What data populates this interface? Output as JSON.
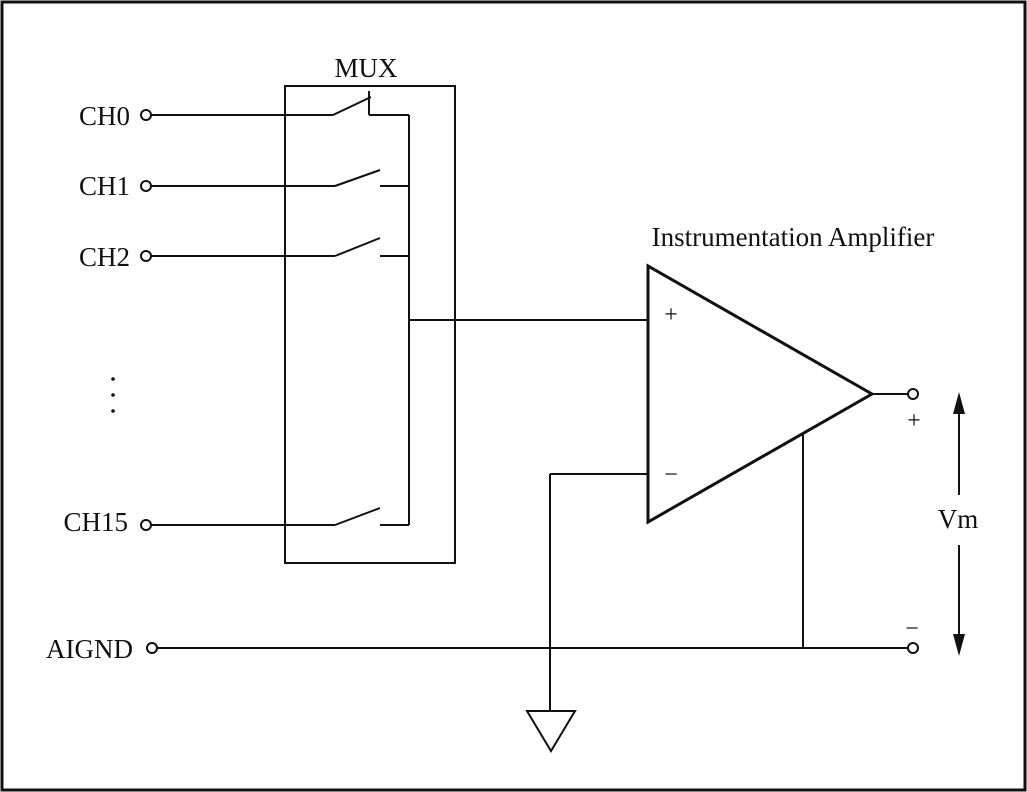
{
  "mux": {
    "label": "MUX"
  },
  "channels": [
    "CH0",
    "CH1",
    "CH2",
    "CH15"
  ],
  "ellipsis": ":",
  "ground_label": "AIGND",
  "amplifier": {
    "title": "Instrumentation Amplifier",
    "plus_input": "+",
    "minus_input": "−"
  },
  "output": {
    "plus_sign": "+",
    "minus_sign": "−",
    "voltage_label": "Vm"
  }
}
